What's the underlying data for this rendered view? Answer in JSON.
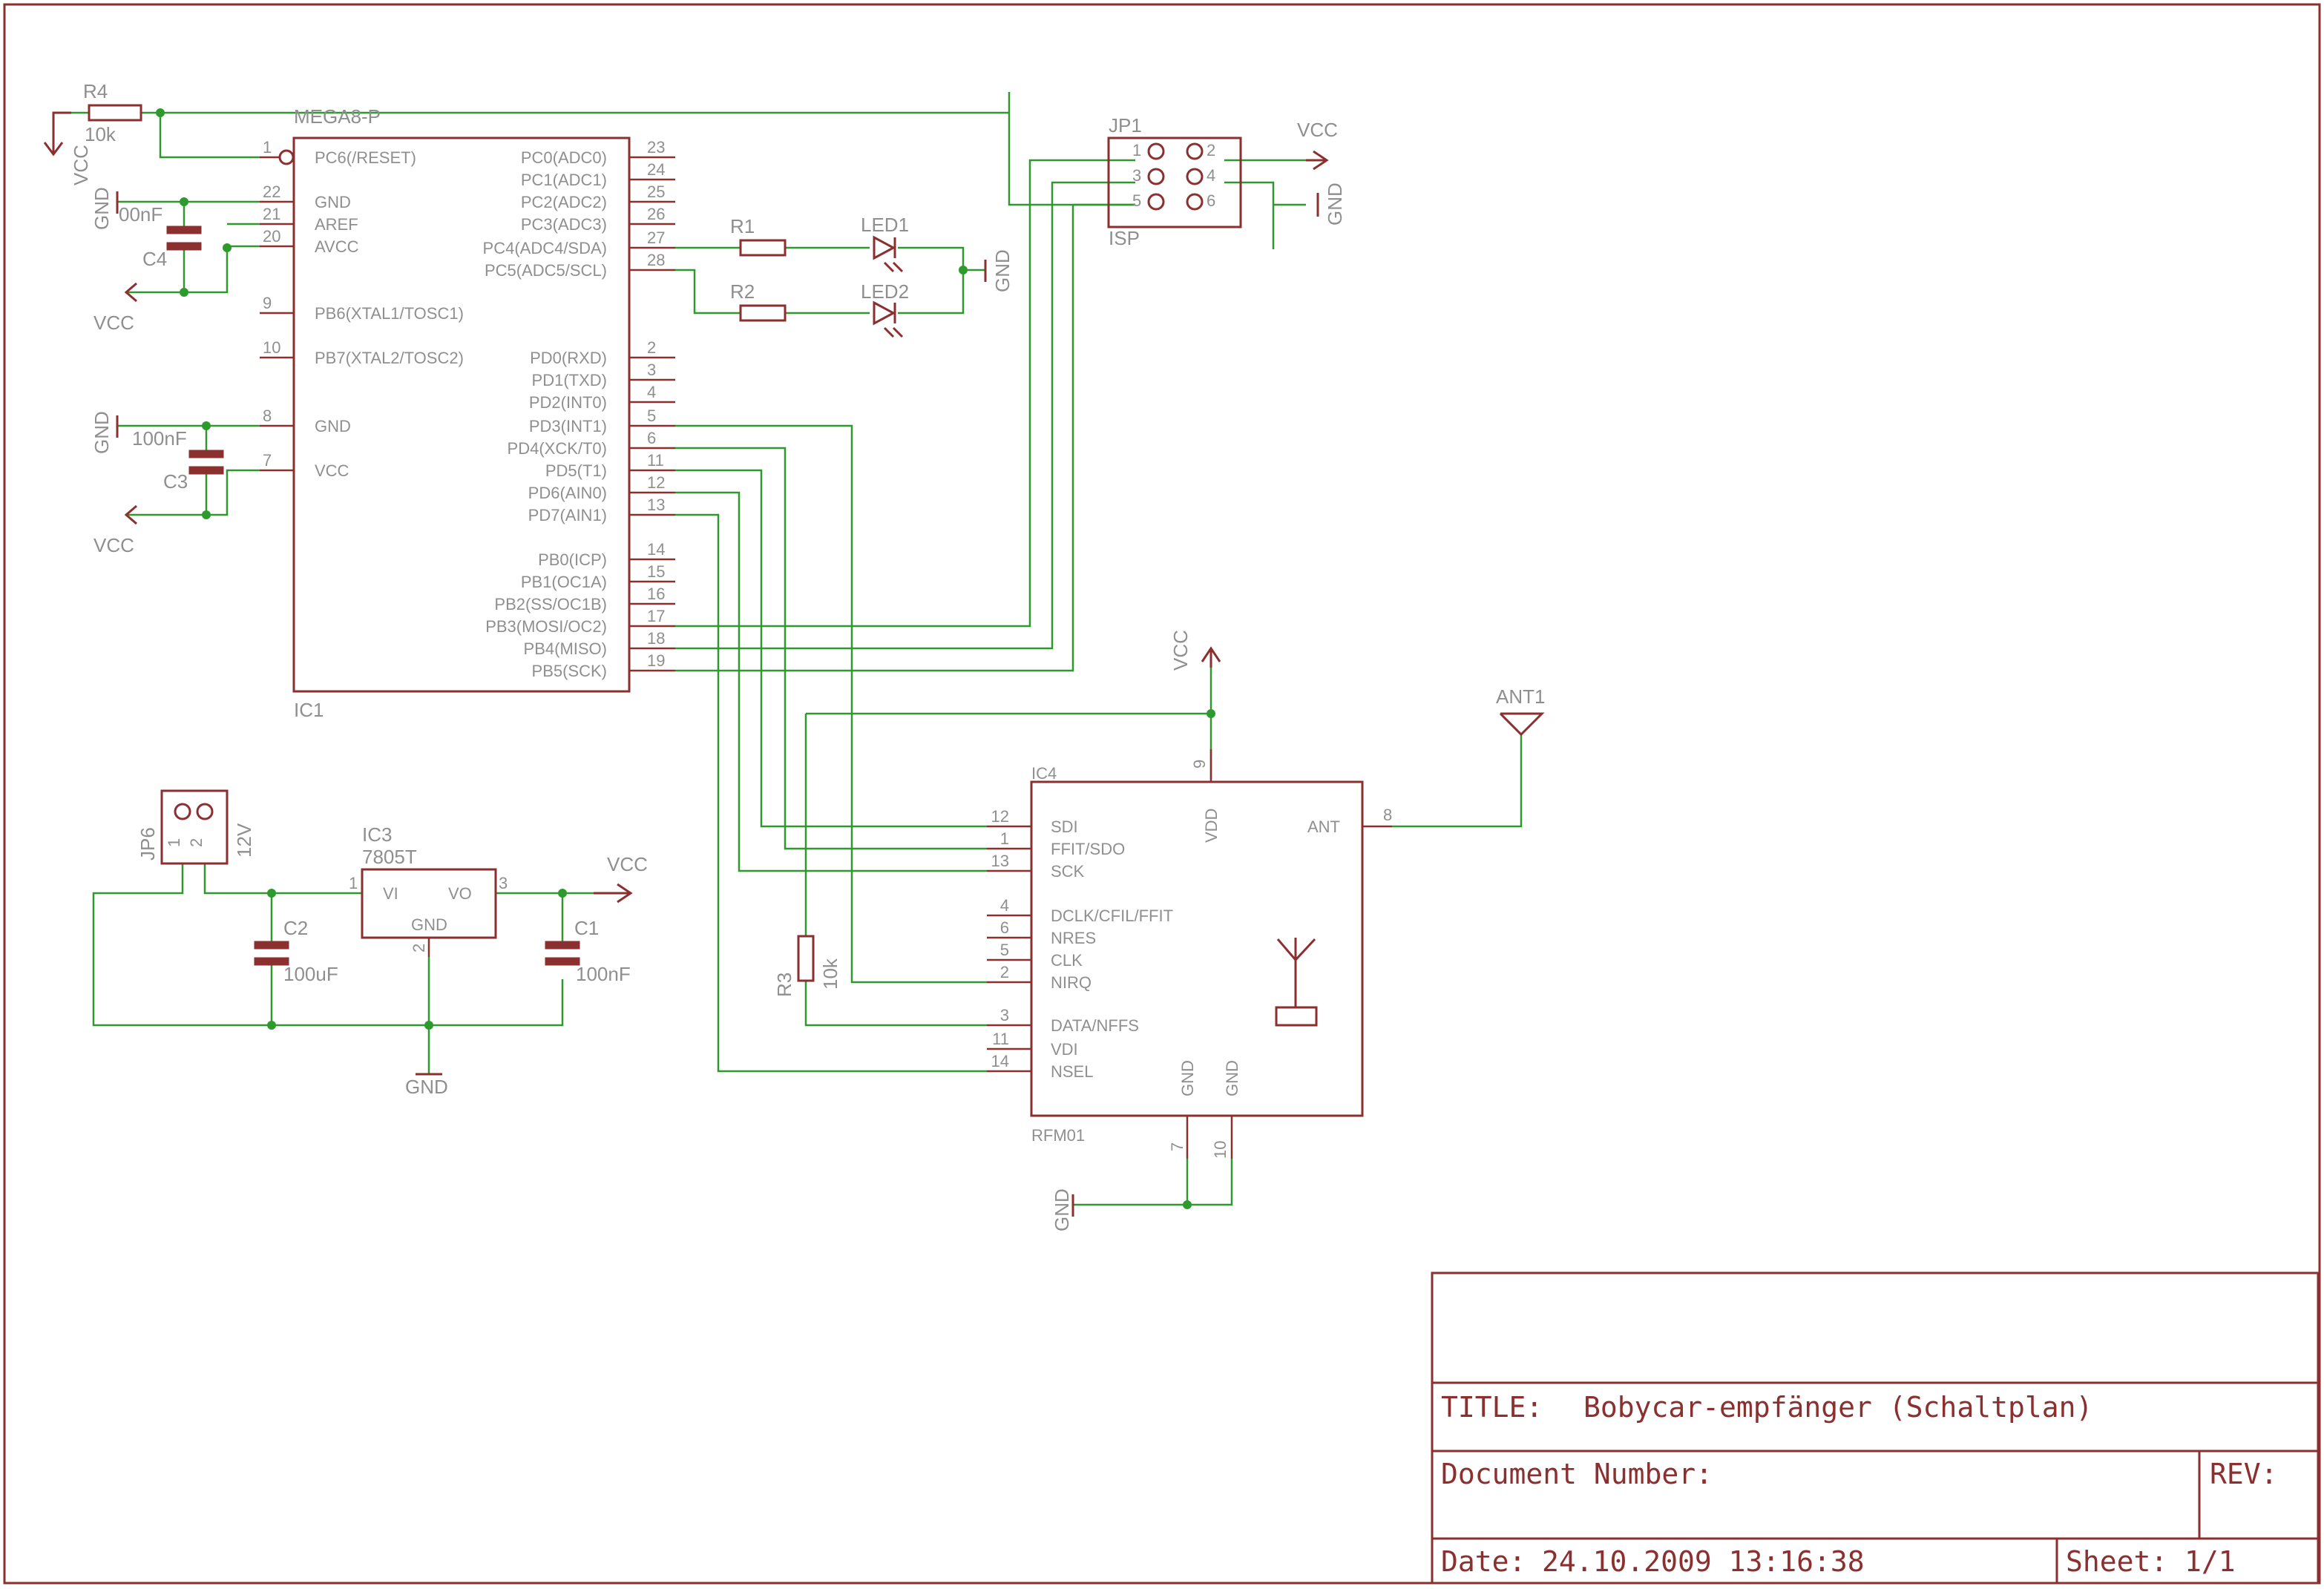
{
  "title_block": {
    "title_label": "TITLE:",
    "title_value": "Bobycar-empfänger (Schaltplan)",
    "document_number_label": "Document Number:",
    "rev_label": "REV:",
    "date_label": "Date:",
    "date_value": "24.10.2009 13:16:38",
    "sheet_label": "Sheet:",
    "sheet_value": "1/1"
  },
  "ic1": {
    "name": "IC1",
    "value": "MEGA8-P",
    "left_pins": [
      {
        "num": "1",
        "name": "PC6(/RESET)"
      },
      {
        "num": "22",
        "name": "GND"
      },
      {
        "num": "21",
        "name": "AREF"
      },
      {
        "num": "20",
        "name": "AVCC"
      },
      {
        "num": "9",
        "name": "PB6(XTAL1/TOSC1)"
      },
      {
        "num": "10",
        "name": "PB7(XTAL2/TOSC2)"
      },
      {
        "num": "8",
        "name": "GND"
      },
      {
        "num": "7",
        "name": "VCC"
      }
    ],
    "right_pins": [
      {
        "num": "23",
        "name": "PC0(ADC0)"
      },
      {
        "num": "24",
        "name": "PC1(ADC1)"
      },
      {
        "num": "25",
        "name": "PC2(ADC2)"
      },
      {
        "num": "26",
        "name": "PC3(ADC3)"
      },
      {
        "num": "27",
        "name": "PC4(ADC4/SDA)"
      },
      {
        "num": "28",
        "name": "PC5(ADC5/SCL)"
      },
      {
        "num": "2",
        "name": "PD0(RXD)"
      },
      {
        "num": "3",
        "name": "PD1(TXD)"
      },
      {
        "num": "4",
        "name": "PD2(INT0)"
      },
      {
        "num": "5",
        "name": "PD3(INT1)"
      },
      {
        "num": "6",
        "name": "PD4(XCK/T0)"
      },
      {
        "num": "11",
        "name": "PD5(T1)"
      },
      {
        "num": "12",
        "name": "PD6(AIN0)"
      },
      {
        "num": "13",
        "name": "PD7(AIN1)"
      },
      {
        "num": "14",
        "name": "PB0(ICP)"
      },
      {
        "num": "15",
        "name": "PB1(OC1A)"
      },
      {
        "num": "16",
        "name": "PB2(SS/OC1B)"
      },
      {
        "num": "17",
        "name": "PB3(MOSI/OC2)"
      },
      {
        "num": "18",
        "name": "PB4(MISO)"
      },
      {
        "num": "19",
        "name": "PB5(SCK)"
      }
    ]
  },
  "ic4": {
    "name": "IC4",
    "value": "RFM01",
    "left_pins": [
      {
        "num": "12",
        "name": "SDI"
      },
      {
        "num": "1",
        "name": "FFIT/SDO"
      },
      {
        "num": "13",
        "name": "SCK"
      },
      {
        "num": "4",
        "name": "DCLK/CFIL/FFIT"
      },
      {
        "num": "6",
        "name": "NRES"
      },
      {
        "num": "5",
        "name": "CLK"
      },
      {
        "num": "2",
        "name": "NIRQ"
      },
      {
        "num": "3",
        "name": "DATA/NFFS"
      },
      {
        "num": "11",
        "name": "VDI"
      },
      {
        "num": "14",
        "name": "NSEL"
      }
    ],
    "vdd_pin": {
      "num": "9",
      "name": "VDD"
    },
    "ant_pin": {
      "num": "8",
      "name": "ANT"
    },
    "gnd_pins": [
      {
        "num": "7",
        "name": "GND"
      },
      {
        "num": "10",
        "name": "GND"
      }
    ]
  },
  "ic3": {
    "name": "IC3",
    "value": "7805T",
    "vi": "VI",
    "vo": "VO",
    "gnd": "GND",
    "pin1": "1",
    "pin2": "2",
    "pin3": "3"
  },
  "jp1": {
    "name": "JP1",
    "value": "ISP",
    "pins": [
      "1",
      "2",
      "3",
      "4",
      "5",
      "6"
    ]
  },
  "jp6": {
    "name": "JP6",
    "value": "12V",
    "pins": [
      "1",
      "2"
    ]
  },
  "ant1": {
    "name": "ANT1"
  },
  "resistors": {
    "r1": {
      "name": "R1"
    },
    "r2": {
      "name": "R2"
    },
    "r3": {
      "name": "R3",
      "value": "10k"
    },
    "r4": {
      "name": "R4",
      "value": "10k"
    }
  },
  "leds": {
    "led1": {
      "name": "LED1"
    },
    "led2": {
      "name": "LED2"
    }
  },
  "capacitors": {
    "c1": {
      "name": "C1",
      "value": "100nF"
    },
    "c2": {
      "name": "C2",
      "value": "100uF"
    },
    "c3": {
      "name": "C3",
      "value": "100nF"
    },
    "c4": {
      "name": "C4",
      "value": "00nF"
    }
  },
  "net_labels": {
    "vcc": "VCC",
    "gnd": "GND"
  },
  "colors": {
    "symbol": "#8b2f2f",
    "wire": "#2e9a2e",
    "text": "#8f8f8f"
  }
}
